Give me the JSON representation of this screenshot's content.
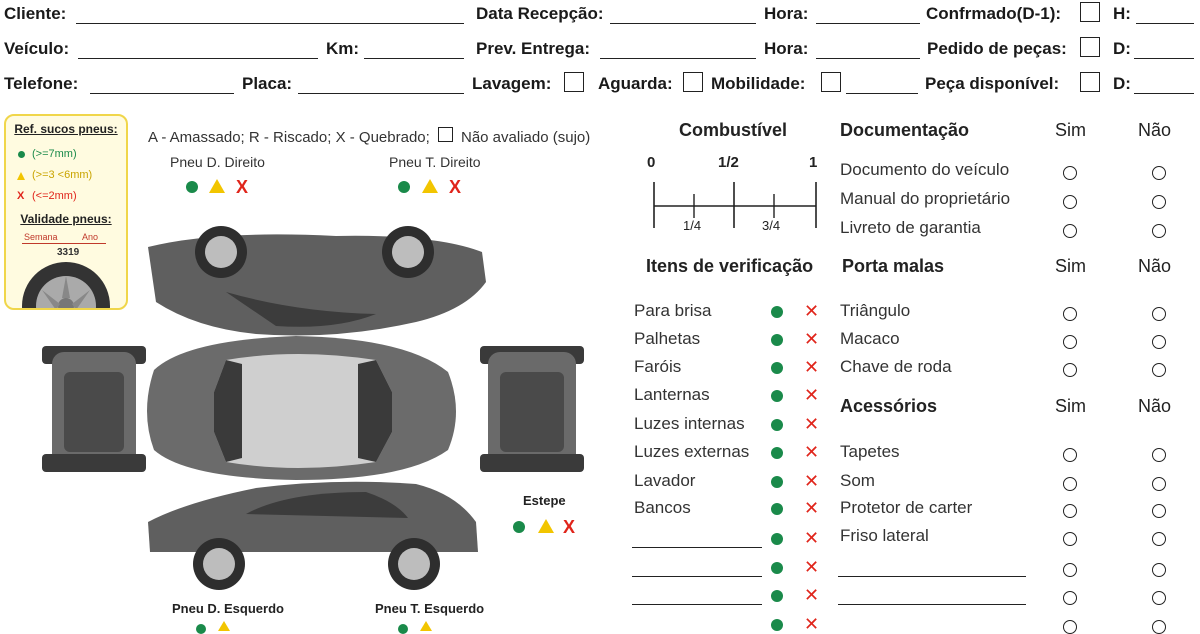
{
  "header": {
    "row1": {
      "cliente": "Cliente:",
      "data_recepcao": "Data Recepção:",
      "hora": "Hora:",
      "confirmado": "Confrmado(D-1):",
      "h": "H:"
    },
    "row2": {
      "veiculo": "Veículo:",
      "km": "Km:",
      "prev_entrega": "Prev. Entrega:",
      "hora": "Hora:",
      "pedido_pecas": "Pedido de peças:",
      "d": "D:"
    },
    "row3": {
      "telefone": "Telefone:",
      "placa": "Placa:",
      "lavagem": "Lavagem:",
      "aguarda": "Aguarda:",
      "mobilidade": "Mobilidade:",
      "peca_disponivel": "Peça disponível:",
      "d": "D:"
    }
  },
  "legend": {
    "title": "Ref. sucos pneus:",
    "good": "(>=7mm)",
    "mid": "(>=3 <6mm)",
    "bad": "(<=2mm)",
    "x_mark": "X",
    "validity_title": "Validade pneus:",
    "week": "Semana",
    "year": "Ano",
    "code": "3319"
  },
  "damage": {
    "legend": "A - Amassado;  R - Riscado; X - Quebrado;",
    "not_evaluated": "Não avaliado (sujo)"
  },
  "tires": {
    "front_right": "Pneu D. Direito",
    "rear_right": "Pneu T. Direito",
    "front_left": "Pneu D. Esquerdo",
    "rear_left": "Pneu T. Esquerdo",
    "spare": "Estepe",
    "x_mark": "X"
  },
  "fuel": {
    "title": "Combustível",
    "empty": "0",
    "half": "1/2",
    "full": "1",
    "quarter": "1/4",
    "three_quarter": "3/4"
  },
  "check": {
    "title": "Itens de verificação",
    "x_mark": "✕",
    "items": [
      "Para brisa",
      "Palhetas",
      "Faróis",
      "Lanternas",
      "Luzes internas",
      "Luzes externas",
      "Lavador",
      "Bancos",
      "",
      "",
      "",
      ""
    ]
  },
  "documentacao": {
    "title": "Documentação",
    "yes": "Sim",
    "no": "Não",
    "items": [
      "Documento do veículo",
      "Manual do proprietário",
      "Livreto de garantia"
    ]
  },
  "porta_malas": {
    "title": "Porta malas",
    "yes": "Sim",
    "no": "Não",
    "items": [
      "Triângulo",
      "Macaco",
      "Chave de roda"
    ]
  },
  "acessorios": {
    "title": "Acessórios",
    "yes": "Sim",
    "no": "Não",
    "items": [
      "Tapetes",
      "Som",
      "Protetor de carter",
      "Friso lateral",
      "",
      "",
      ""
    ]
  }
}
